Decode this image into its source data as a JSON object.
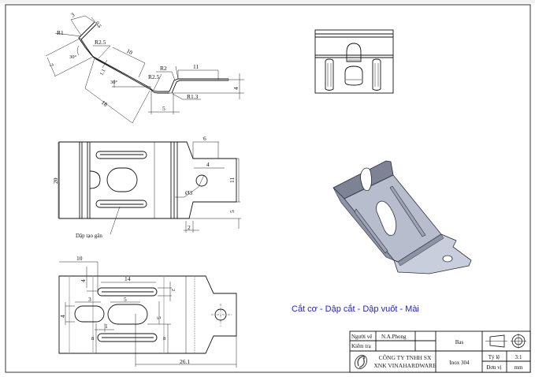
{
  "drawing": {
    "process_note": "Cắt cơ - Dập cắt - Dập vuốt - Mài",
    "side_view": {
      "dims": {
        "r1": "R1",
        "d3": "3",
        "t05": "0.5",
        "r25a": "R2.5",
        "d10": "10",
        "d7": "7",
        "ang30a": "30°",
        "d11a": "1.1",
        "ang30b": "30°",
        "r2": "R2",
        "r25b": "R2.5",
        "d11": "11",
        "d4": "4",
        "r13": "R1.3",
        "d18": "18",
        "d5": "5"
      }
    },
    "top_view": {
      "dims": {
        "d20": "20",
        "d6": "6",
        "d4": "4",
        "phi3": "Ø3",
        "d11": "11",
        "d5": "5",
        "d2": "2"
      },
      "note": "Dập tạo gân"
    },
    "bottom_view": {
      "dims": {
        "d10": "10",
        "d14": "14",
        "d4a": "4",
        "d2": "2",
        "d3": "3",
        "d5a": "5",
        "d4b": "4",
        "d5b": "5",
        "d1": "1",
        "d8a": "8",
        "d8b": "8",
        "d261": "26.1"
      }
    },
    "title_block": {
      "drawn_by_label": "Người vẽ",
      "drawn_by": "N.A.Phong",
      "checked_by_label": "Kiểm tra",
      "part_name": "Bas",
      "material": "Inox 304",
      "company_line1": "CÔNG TY TNHH SX",
      "company_line2": "XNK VINAHARDWARE",
      "scale_label": "Tỷ lệ",
      "scale": "3:1",
      "unit_label": "Đơn vị",
      "unit": "mm"
    },
    "colors": {
      "process_note": "#1a1aff",
      "part_fill_light": "#b9bfd0",
      "part_fill_dark": "#6c7184"
    }
  }
}
